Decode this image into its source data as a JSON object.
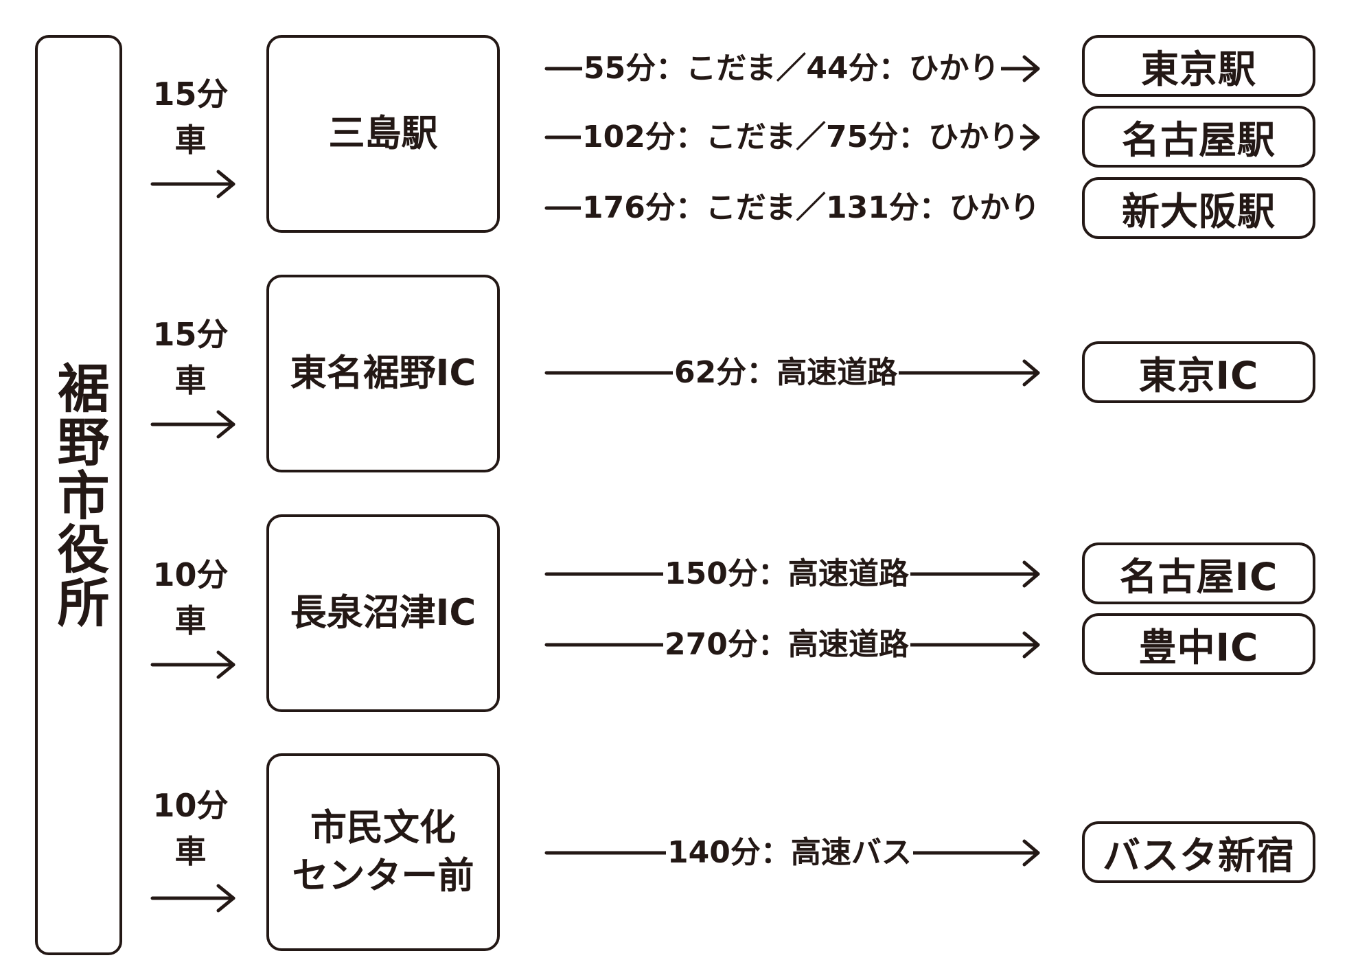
{
  "origin": {
    "label": "裾野市役所"
  },
  "branches": [
    {
      "leg": {
        "time": "15分",
        "mode": "車"
      },
      "station": {
        "name": "三島駅"
      },
      "routes": [
        {
          "label": "55分：こだま／44分：ひかり",
          "destination": "東京駅"
        },
        {
          "label": "102分：こだま／75分：ひかり",
          "destination": "名古屋駅"
        },
        {
          "label": "176分：こだま／131分：ひかり",
          "destination": "新大阪駅"
        }
      ]
    },
    {
      "leg": {
        "time": "15分",
        "mode": "車"
      },
      "station": {
        "name": "東名裾野IC"
      },
      "routes": [
        {
          "label": "62分：高速道路",
          "destination": "東京IC"
        }
      ]
    },
    {
      "leg": {
        "time": "10分",
        "mode": "車"
      },
      "station": {
        "name": "長泉沼津IC"
      },
      "routes": [
        {
          "label": "150分：高速道路",
          "destination": "名古屋IC"
        },
        {
          "label": "270分：高速道路",
          "destination": "豊中IC"
        }
      ]
    },
    {
      "leg": {
        "time": "10分",
        "mode": "車"
      },
      "station": {
        "name": "市民文化\nセンター前"
      },
      "routes": [
        {
          "label": "140分：高速バス",
          "destination": "バスタ新宿"
        }
      ]
    }
  ],
  "colors": {
    "ink": "#231815",
    "background": "#ffffff"
  }
}
